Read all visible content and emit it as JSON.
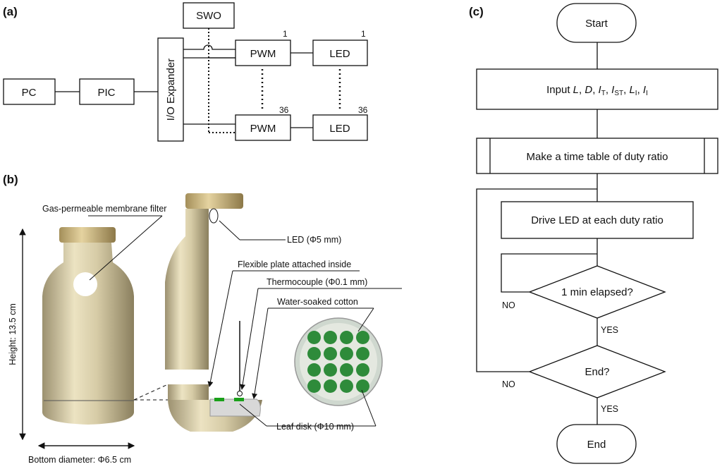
{
  "panels": {
    "a": "(a)",
    "b": "(b)",
    "c": "(c)"
  },
  "block_diagram": {
    "pc": "PC",
    "pic": "PIC",
    "io_expander": "I/O Expander",
    "swo": "SWO",
    "pwm": "PWM",
    "led": "LED",
    "index_first": "1",
    "index_last": "36"
  },
  "bottle": {
    "membrane_filter": "Gas-permeable membrane filter",
    "led": "LED (Φ5 mm)",
    "flexible_plate": "Flexible plate attached inside",
    "thermocouple": "Thermocouple (Φ0.1 mm)",
    "cotton": "Water-soaked cotton",
    "leaf_disk": "Leaf disk (Φ10 mm)",
    "height": "Height: 13.5 cm",
    "bottom_diameter": "Bottom diameter: Φ6.5 cm"
  },
  "flowchart": {
    "start": "Start",
    "input_prefix": "Input ",
    "input_vars": [
      "L",
      "D",
      "I",
      "I",
      "L",
      "I"
    ],
    "input_subs": [
      "",
      "",
      "T",
      "ST",
      "I",
      "I"
    ],
    "make_table": "Make a time table of duty ratio",
    "drive_led": "Drive LED at each duty ratio",
    "min_elapsed": "1 min elapsed?",
    "end_q": "End?",
    "no": "NO",
    "yes": "YES",
    "end": "End"
  },
  "colors": {
    "bottle": "#cfc4a0",
    "leaf": "#2e8b3a",
    "plate_green": "#1aa01a"
  }
}
